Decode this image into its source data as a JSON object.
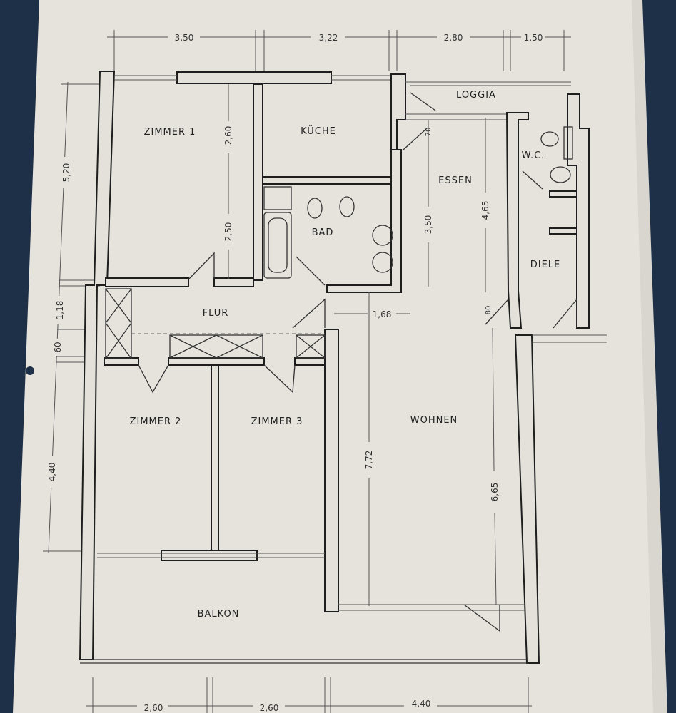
{
  "rooms": {
    "zimmer1": "ZIMMER 1",
    "kueche": "KÜCHE",
    "loggia": "LOGGIA",
    "wc": "W.C.",
    "essen": "ESSEN",
    "bad": "BAD",
    "diele": "DIELE",
    "flur": "FLUR",
    "zimmer2": "ZIMMER 2",
    "zimmer3": "ZIMMER 3",
    "wohnen": "WOHNEN",
    "balkon": "BALKON"
  },
  "dimensions": {
    "top": [
      "3,50",
      "3,22",
      "2,80",
      "1,50"
    ],
    "left": [
      "5,20",
      "1,18",
      "60",
      "4,40"
    ],
    "bottom": [
      "2,60",
      "2,60",
      "4,40"
    ],
    "interior": {
      "zimmer1_a": "2,60",
      "zimmer1_b": "2,50",
      "essen_door": "70",
      "essen": "3,50",
      "essen_total": "4,65",
      "flur_width": "1,68",
      "diele_door": "80",
      "wohnen_total": "7,72",
      "wohnen": "6,65"
    }
  },
  "colors": {
    "paper": "#e6e3dc",
    "background": "#1d3048",
    "ink": "#1e1e1e"
  }
}
